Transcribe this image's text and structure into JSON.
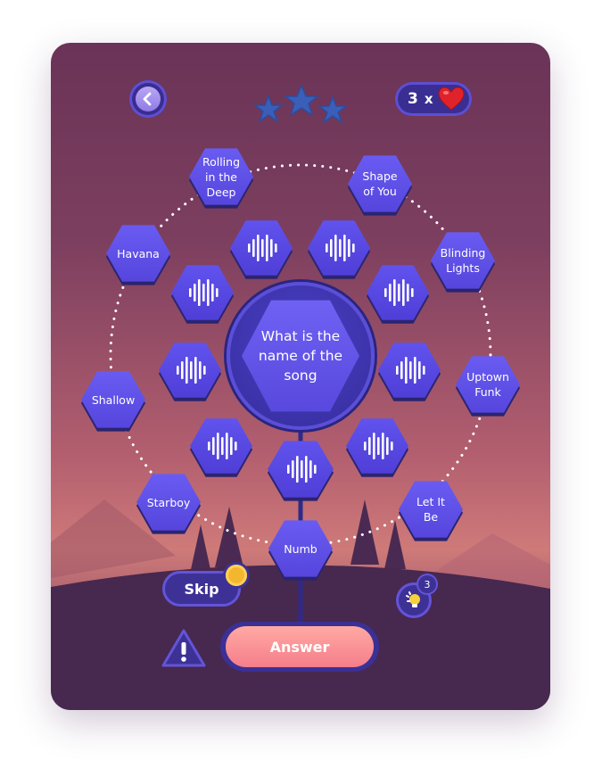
{
  "lives": {
    "count": "3",
    "multiplier": "x"
  },
  "stars": {
    "earned": 0,
    "total": 3
  },
  "question": "What is the name of the song",
  "options": [
    {
      "id": "rolling",
      "label": "Rolling in the Deep"
    },
    {
      "id": "shape",
      "label": "Shape of You"
    },
    {
      "id": "havana",
      "label": "Havana"
    },
    {
      "id": "blinding",
      "label": "Blinding Lights"
    },
    {
      "id": "shallow",
      "label": "Shallow"
    },
    {
      "id": "uptown",
      "label": "Uptown Funk"
    },
    {
      "id": "starboy",
      "label": "Starboy"
    },
    {
      "id": "letitbe",
      "label": "Let It Be"
    },
    {
      "id": "numb",
      "label": "Numb"
    }
  ],
  "buttons": {
    "skip": "Skip",
    "answer": "Answer",
    "hint_count": "3"
  },
  "colors": {
    "hex_primary": "#5a4ae2",
    "panel": "#3d3196",
    "answer": "#f68a91",
    "coin": "#f3b62e",
    "heart": "#e0232a"
  },
  "icons": [
    "back-arrow-icon",
    "star-icon",
    "heart-icon",
    "sound-wave-icon",
    "coin-icon",
    "lightbulb-icon",
    "warning-icon"
  ]
}
